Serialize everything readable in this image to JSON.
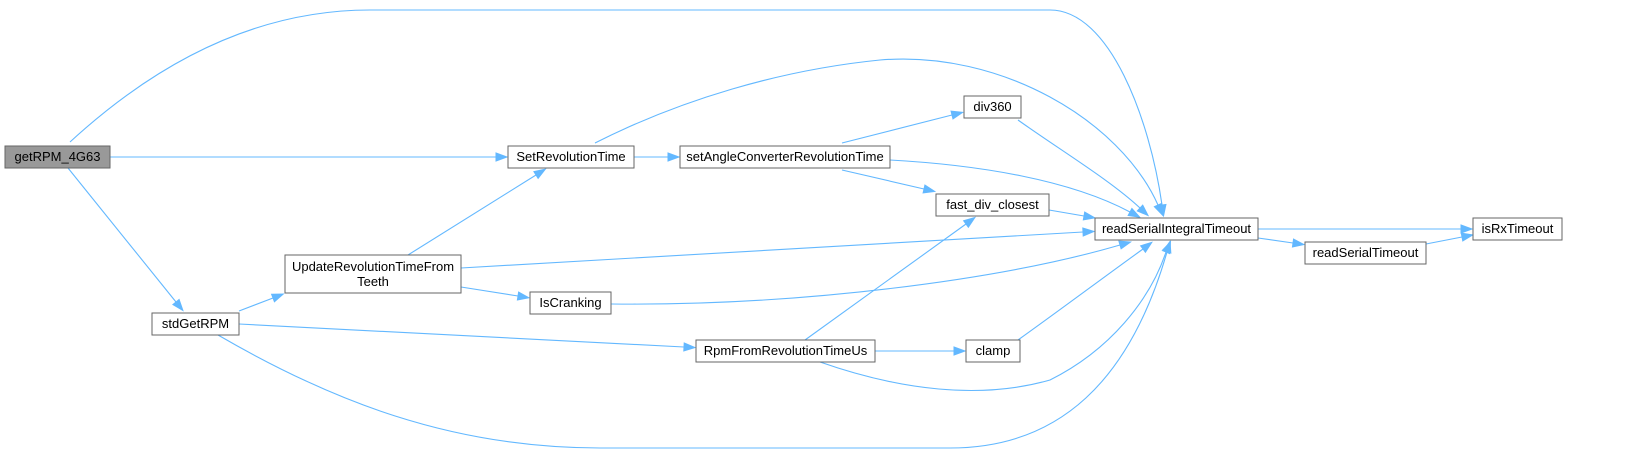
{
  "graph": {
    "colors": {
      "edge": "#63b8ff",
      "node_border": "#666666",
      "root_fill": "#999999",
      "node_fill": "#ffffff"
    },
    "nodes": {
      "getRPM_4G63": {
        "lines": [
          "getRPM_4G63"
        ],
        "root": true
      },
      "stdGetRPM": {
        "lines": [
          "stdGetRPM"
        ]
      },
      "UpdateRevolutionTimeFromTeeth": {
        "lines": [
          "UpdateRevolutionTimeFrom",
          "Teeth"
        ]
      },
      "SetRevolutionTime": {
        "lines": [
          "SetRevolutionTime"
        ]
      },
      "IsCranking": {
        "lines": [
          "IsCranking"
        ]
      },
      "RpmFromRevolutionTimeUs": {
        "lines": [
          "RpmFromRevolutionTimeUs"
        ]
      },
      "setAngleConverterRevolutionTime": {
        "lines": [
          "setAngleConverterRevolutionTime"
        ]
      },
      "div360": {
        "lines": [
          "div360"
        ]
      },
      "fast_div_closest": {
        "lines": [
          "fast_div_closest"
        ]
      },
      "clamp": {
        "lines": [
          "clamp"
        ]
      },
      "readSerialIntegralTimeout": {
        "lines": [
          "readSerialIntegralTimeout"
        ]
      },
      "readSerialTimeout": {
        "lines": [
          "readSerialTimeout"
        ]
      },
      "isRxTimeout": {
        "lines": [
          "isRxTimeout"
        ]
      }
    },
    "edges": [
      [
        "getRPM_4G63",
        "readSerialIntegralTimeout"
      ],
      [
        "getRPM_4G63",
        "SetRevolutionTime"
      ],
      [
        "getRPM_4G63",
        "stdGetRPM"
      ],
      [
        "SetRevolutionTime",
        "readSerialIntegralTimeout"
      ],
      [
        "SetRevolutionTime",
        "setAngleConverterRevolutionTime"
      ],
      [
        "setAngleConverterRevolutionTime",
        "div360"
      ],
      [
        "setAngleConverterRevolutionTime",
        "readSerialIntegralTimeout"
      ],
      [
        "setAngleConverterRevolutionTime",
        "fast_div_closest"
      ],
      [
        "div360",
        "readSerialIntegralTimeout"
      ],
      [
        "fast_div_closest",
        "readSerialIntegralTimeout"
      ],
      [
        "readSerialIntegralTimeout",
        "isRxTimeout"
      ],
      [
        "readSerialIntegralTimeout",
        "readSerialTimeout"
      ],
      [
        "readSerialTimeout",
        "isRxTimeout"
      ],
      [
        "stdGetRPM",
        "UpdateRevolutionTimeFromTeeth"
      ],
      [
        "stdGetRPM",
        "RpmFromRevolutionTimeUs"
      ],
      [
        "stdGetRPM",
        "readSerialIntegralTimeout"
      ],
      [
        "UpdateRevolutionTimeFromTeeth",
        "SetRevolutionTime"
      ],
      [
        "UpdateRevolutionTimeFromTeeth",
        "readSerialIntegralTimeout"
      ],
      [
        "UpdateRevolutionTimeFromTeeth",
        "IsCranking"
      ],
      [
        "IsCranking",
        "readSerialIntegralTimeout"
      ],
      [
        "RpmFromRevolutionTimeUs",
        "fast_div_closest"
      ],
      [
        "RpmFromRevolutionTimeUs",
        "clamp"
      ],
      [
        "RpmFromRevolutionTimeUs",
        "readSerialIntegralTimeout"
      ],
      [
        "clamp",
        "readSerialIntegralTimeout"
      ]
    ]
  }
}
